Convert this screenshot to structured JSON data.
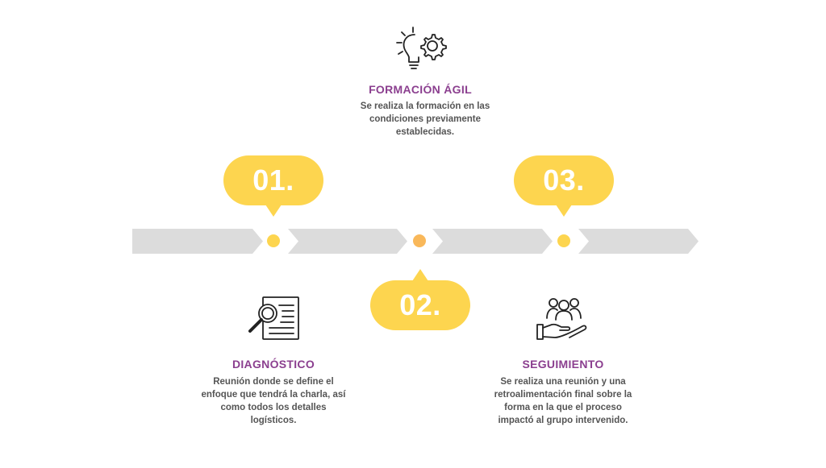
{
  "colors": {
    "bubble": "#fdd54f",
    "arrow": "#dcdcdc",
    "title": "#8b3f8f",
    "text": "#555555",
    "dot_yellow": "#fdd54f",
    "dot_orange": "#f9b85a"
  },
  "steps": [
    {
      "number": "01.",
      "title": "DIAGNÓSTICO",
      "description": "Reunión donde se define el enfoque que tendrá la charla, así como todos los detalles logísticos.",
      "icon": "document-search-icon"
    },
    {
      "number": "02.",
      "title": "FORMACIÓN ÁGIL",
      "description": "Se realiza la formación en las condiciones previamente establecidas.",
      "icon": "lightbulb-gear-icon"
    },
    {
      "number": "03.",
      "title": "SEGUIMIENTO",
      "description": "Se realiza una reunión y una retroalimentación final sobre la forma en la que el proceso impactó al grupo intervenido.",
      "icon": "group-hand-icon"
    }
  ]
}
